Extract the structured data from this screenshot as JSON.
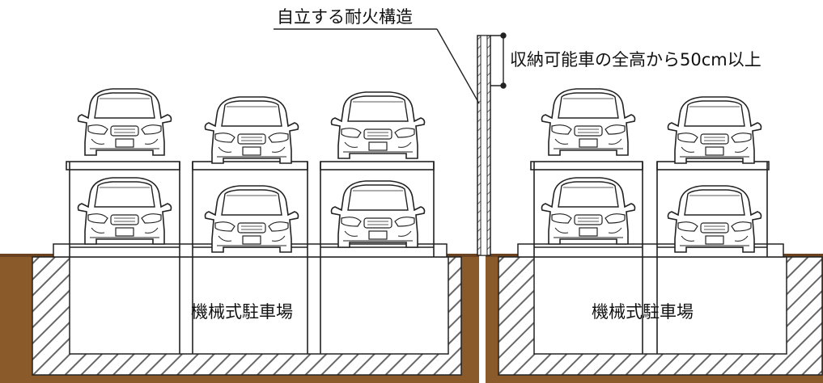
{
  "labels": {
    "fireproof_structure": "自立する耐火構造",
    "clearance_note": "収納可能車の全高から50cm以上",
    "parking_left": "機械式駐車場",
    "parking_right": "機械式駐車場"
  },
  "colors": {
    "soil": "#8b5a2b",
    "soil_dark": "#6b4220",
    "concrete_fill": "#ffffff",
    "line": "#222222",
    "hatch": "#444444"
  },
  "icons": {
    "car_front": "car-front-icon",
    "fire_wall": "fire-wall-icon"
  }
}
